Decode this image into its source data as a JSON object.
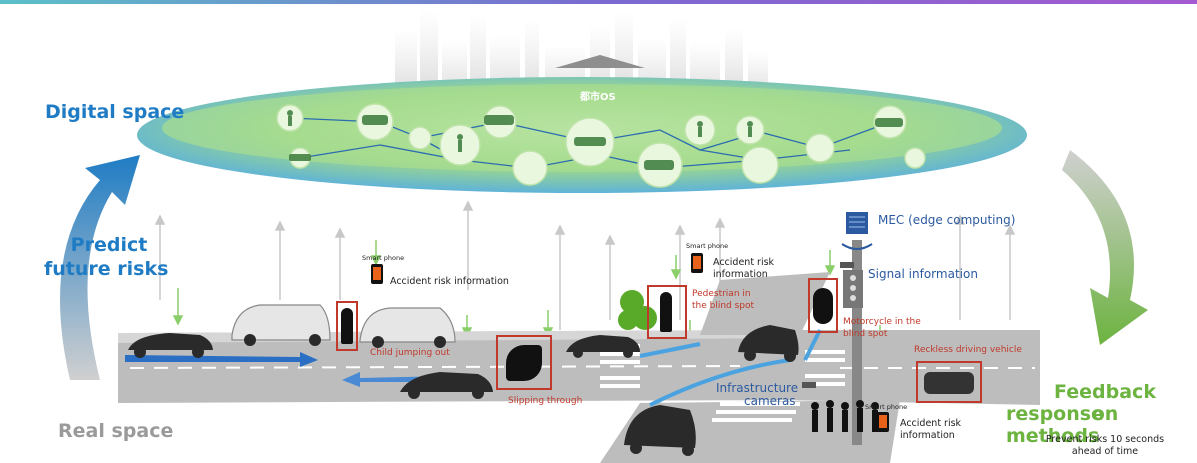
{
  "labels": {
    "digital_space": "Digital space",
    "predict_line1": "Predict",
    "predict_line2": "future risks",
    "real_space": "Real space",
    "feedback_line1": "Feedback on",
    "feedback_line2": "response methods",
    "prevent_line1": "Prevent risks 10 seconds",
    "prevent_line2": "ahead of time",
    "city_os": "都市OS",
    "mec": "MEC (edge computing)",
    "signal_info": "Signal information",
    "infra_line1": "Infrastructure",
    "infra_line2": "cameras",
    "smart_phone": "Smart phone",
    "accident_risk_info": "Accident risk information",
    "accident_risk_line1": "Accident risk",
    "accident_risk_line2": "information",
    "child_jumping": "Child jumping out",
    "slipping_through": "Slipping through",
    "ped_line1": "Pedestrian in",
    "ped_line2": "the blind spot",
    "moto_line1": "Motorcycle in the",
    "moto_line2": "blind spot",
    "reckless": "Reckless driving vehicle"
  },
  "colors": {
    "digital_blue": "#1f7cc4",
    "real_gray": "#9a9a9a",
    "feedback_green": "#6cb33f",
    "risk_red": "#c0392b",
    "road_gray": "#b9b9b9",
    "platform_green": "#8fd07a"
  }
}
